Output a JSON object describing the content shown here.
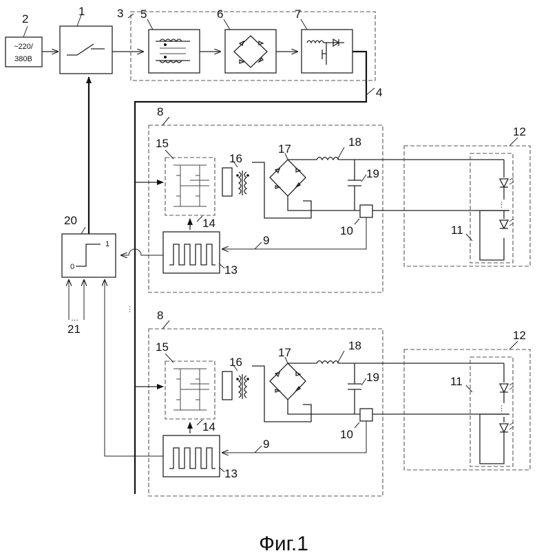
{
  "labels": {
    "n1": "1",
    "n2": "2",
    "n3": "3",
    "n4": "4",
    "n5": "5",
    "n6": "6",
    "n7": "7",
    "n8": "8",
    "n9": "9",
    "n10": "10",
    "n11": "11",
    "n12": "12",
    "n13": "13",
    "n14": "14",
    "n15": "15",
    "n16": "16",
    "n17": "17",
    "n18": "18",
    "n19": "19",
    "n20": "20",
    "n21": "21"
  },
  "supply": {
    "line1": "~220/",
    "line2": "380В"
  },
  "controller": {
    "high": "1",
    "low": "0"
  },
  "dots": "…",
  "caption": "Фиг.1"
}
